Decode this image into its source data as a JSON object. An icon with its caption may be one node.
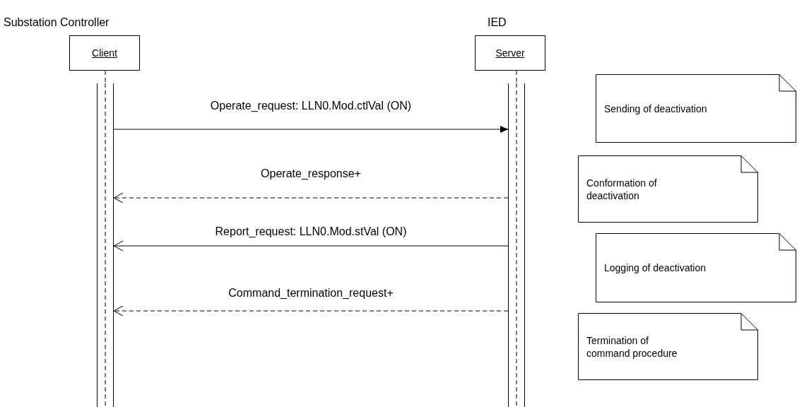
{
  "diagram": {
    "nodes": [
      {
        "text": [
          "Substation Controller",
          "Client"
        ]
      },
      {
        "text": [
          "IED",
          "Server"
        ]
      },
      {
        "text": [],
        "shape": "bar"
      },
      {
        "text": [],
        "shape": "bar"
      },
      {
        "text": [
          "Sending of deactivation"
        ]
      },
      {
        "text": [
          "Conformation of deactivation"
        ]
      },
      {
        "text": [
          "Logging of deactivation"
        ]
      },
      {
        "text": [
          "Termination of command procedure"
        ]
      }
    ],
    "edges": [
      {
        "from": 0,
        "to": 2,
        "arrow": "none",
        "style": "dashed"
      },
      {
        "from": 1,
        "to": 3,
        "arrow": "none",
        "style": "dashed"
      },
      {
        "from": 2,
        "to": 3,
        "arrow": "to",
        "label": "Operate_request: LLN0.Mod.ctlVal (ON)"
      },
      {
        "from": 3,
        "to": 2,
        "arrow": "to",
        "label": "Operate_response+",
        "style": "dashed"
      },
      {
        "from": 3,
        "to": 2,
        "arrow": "to",
        "label": "Report_request: LLN0.Mod.stVal (ON)"
      },
      {
        "from": 3,
        "to": 2,
        "arrow": "to",
        "label": "Command_termination_request+",
        "style": "dashed"
      }
    ]
  }
}
